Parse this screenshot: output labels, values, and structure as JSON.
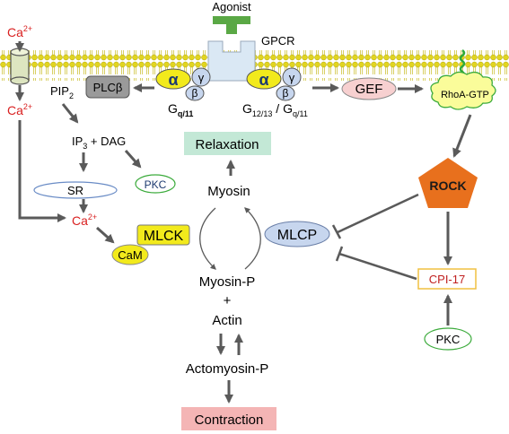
{
  "agonist": "Agonist",
  "gpcr": "GPCR",
  "ca_ion": "Ca",
  "ca_charge": "2+",
  "pip2": "PIP",
  "pip2_sub": "2",
  "plcb": "PLCβ",
  "alpha": "α",
  "gamma": "γ",
  "beta": "β",
  "gq11": "G",
  "gq11_sub": "q/11",
  "g1213": "G",
  "g1213_sub": "12/13",
  "slash": " / G",
  "gq11b_sub": "q/11",
  "gef": "GEF",
  "rhoa": "RhoA-GTP",
  "ip3": "IP",
  "ip3_sub": "3",
  "dag": " + DAG",
  "relaxation": "Relaxation",
  "sr": "SR",
  "pkc": "PKC",
  "myosin": "Myosin",
  "rock": "ROCK",
  "mlck": "MLCK",
  "mlcp": "MLCP",
  "cam": "CaM",
  "cpi17": "CPI-17",
  "myosin_p": "Myosin-P",
  "plus": "+",
  "actin": "Actin",
  "pkc2": "PKC",
  "actomyosin": "Actomyosin-P",
  "contraction": "Contraction",
  "colors": {
    "arrow": "#5a5a5a",
    "alpha_yellow": "#f2ea1c",
    "subunit_blue": "#c7d6ee",
    "relax_green": "#c3e8d6",
    "contract_pink": "#f4b5b5",
    "rock_orange": "#e8701d",
    "lipid_head": "#e2d520"
  }
}
